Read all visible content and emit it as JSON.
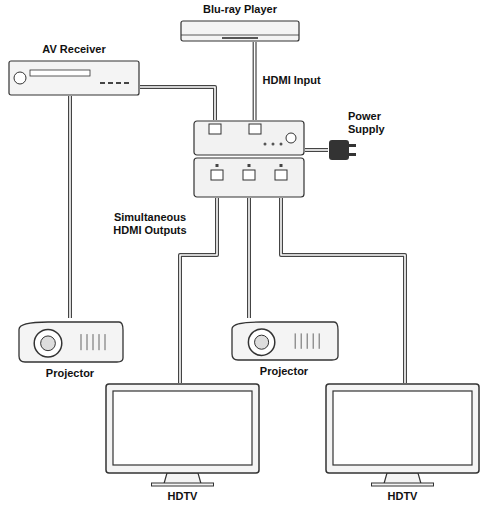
{
  "diagram": {
    "nodes": [
      {
        "text": [
          "Blu-ray Player"
        ]
      },
      {
        "text": [
          "AV Receiver"
        ]
      },
      {
        "text": []
      },
      {
        "text": [
          "Power Supply"
        ]
      },
      {
        "text": [
          "Projector"
        ]
      },
      {
        "text": [
          "Projector"
        ]
      },
      {
        "text": [
          "HDTV"
        ]
      },
      {
        "text": [
          "HDTV"
        ]
      }
    ],
    "edges": [
      {
        "from": 0,
        "to": 2,
        "label": "HDMI Input",
        "arrow": "none"
      },
      {
        "from": 2,
        "to": 1,
        "arrow": "none"
      },
      {
        "from": 1,
        "to": 4,
        "arrow": "none"
      },
      {
        "from": 2,
        "to": 6,
        "arrow": "none"
      },
      {
        "from": 2,
        "to": 5,
        "arrow": "none"
      },
      {
        "from": 2,
        "to": 7,
        "arrow": "none"
      },
      {
        "from": 3,
        "to": 2,
        "arrow": "none"
      }
    ],
    "labels": [
      "Simultaneous HDMI Outputs"
    ]
  }
}
